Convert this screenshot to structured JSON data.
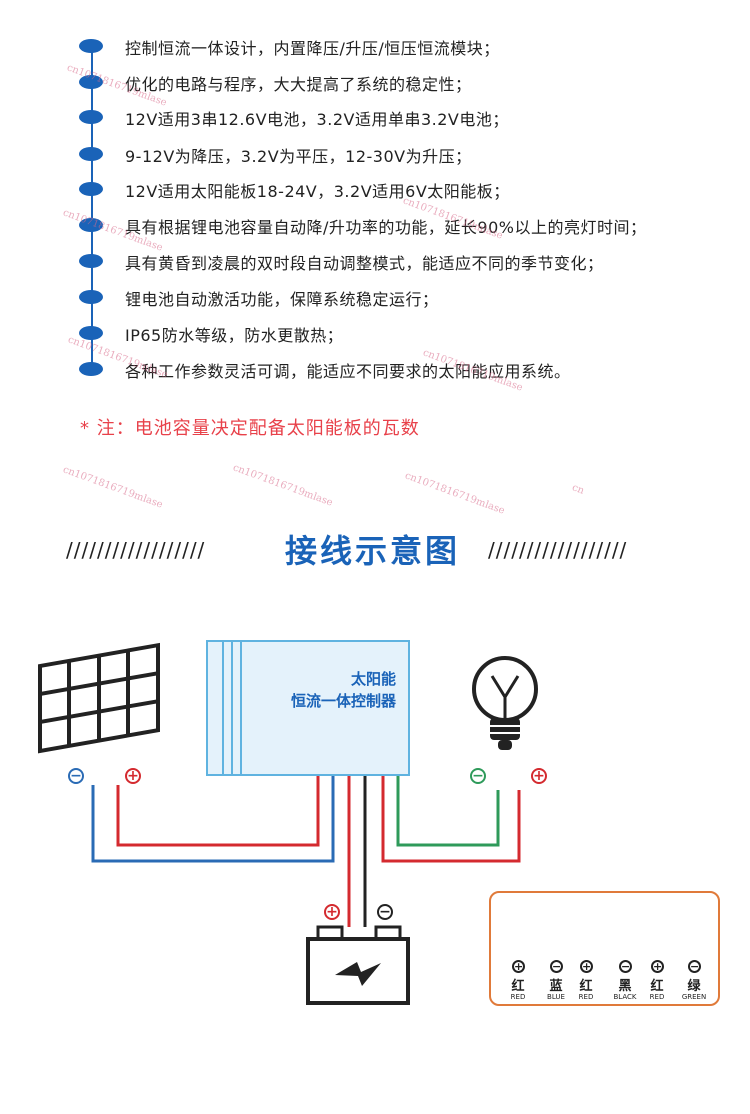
{
  "features": [
    "控制恒流一体设计，内置降压/升压/恒压恒流模块；",
    "优化的电路与程序，大大提高了系统的稳定性；",
    "12V适用3串12.6V电池，3.2V适用单串3.2V电池；",
    "9-12V为降压，3.2V为平压，12-30V为升压；",
    "12V适用太阳能板18-24V，3.2V适用6V太阳能板；",
    "具有根据锂电池容量自动降/升功率的功能，延长90%以上的亮灯时间；",
    "具有黄昏到凌晨的双时段自动调整模式，能适应不同的季节变化；",
    "锂电池自动激活功能，保障系统稳定运行；",
    "IP65防水等级，防水更散热；",
    "各种工作参数灵活可调，能适应不同要求的太阳能应用系统。"
  ],
  "note": "* 注：电池容量决定配备太阳能板的瓦数",
  "watermark": "cn1071816719mlase",
  "watermark_short": "cn",
  "section": {
    "slashes_left": "//////////////////",
    "title": "接线示意图",
    "slashes_right": "//////////////////"
  },
  "controller": {
    "line1": "太阳能",
    "line2": "恒流一体控制器"
  },
  "symbols": {
    "plus": "+",
    "minus": "−"
  },
  "legend": [
    {
      "sign": "+",
      "cn": "红",
      "en": "RED",
      "color": "#222"
    },
    {
      "sign": "−",
      "cn": "蓝",
      "en": "BLUE",
      "color": "#222"
    },
    {
      "sign": "+",
      "cn": "红",
      "en": "RED",
      "color": "#222"
    },
    {
      "sign": "−",
      "cn": "黑",
      "en": "BLACK",
      "color": "#222"
    },
    {
      "sign": "+",
      "cn": "红",
      "en": "RED",
      "color": "#222"
    },
    {
      "sign": "−",
      "cn": "绿",
      "en": "GREEN",
      "color": "#222"
    }
  ],
  "colors": {
    "accent_blue": "#1a63b8",
    "wire_red": "#d42a2f",
    "wire_blue": "#2a6bb5",
    "wire_green": "#2e9a5a",
    "wire_black": "#222222",
    "note_red": "#e8414a",
    "legend_border": "#e07a3a"
  }
}
